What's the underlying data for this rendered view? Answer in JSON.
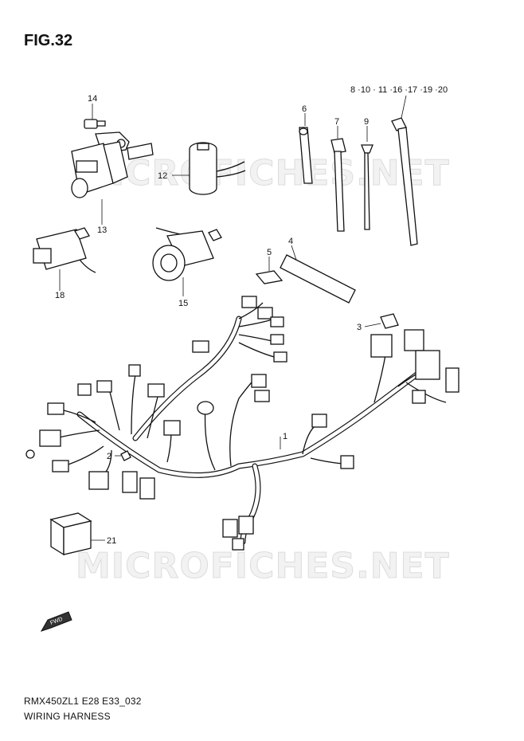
{
  "figure": {
    "title": "FIG.32",
    "code": "RMX450ZL1 E28 E33_032",
    "name": "WIRING HARNESS"
  },
  "watermark": "MICROFICHES.NET",
  "callouts": {
    "c1": "1",
    "c2": "2",
    "c3": "3",
    "c4": "4",
    "c5": "5",
    "c6": "6",
    "c7": "7",
    "c9": "9",
    "c12": "12",
    "c13": "13",
    "c14": "14",
    "c15": "15",
    "c18": "18",
    "c21": "21",
    "c8group": "8 ·10 · 11 ·16 ·17 ·19 ·20"
  },
  "direction_badge": "FWD",
  "colors": {
    "line": "#111111",
    "watermark_fill": "#f2f2f2",
    "watermark_stroke": "#dcdcdc"
  }
}
